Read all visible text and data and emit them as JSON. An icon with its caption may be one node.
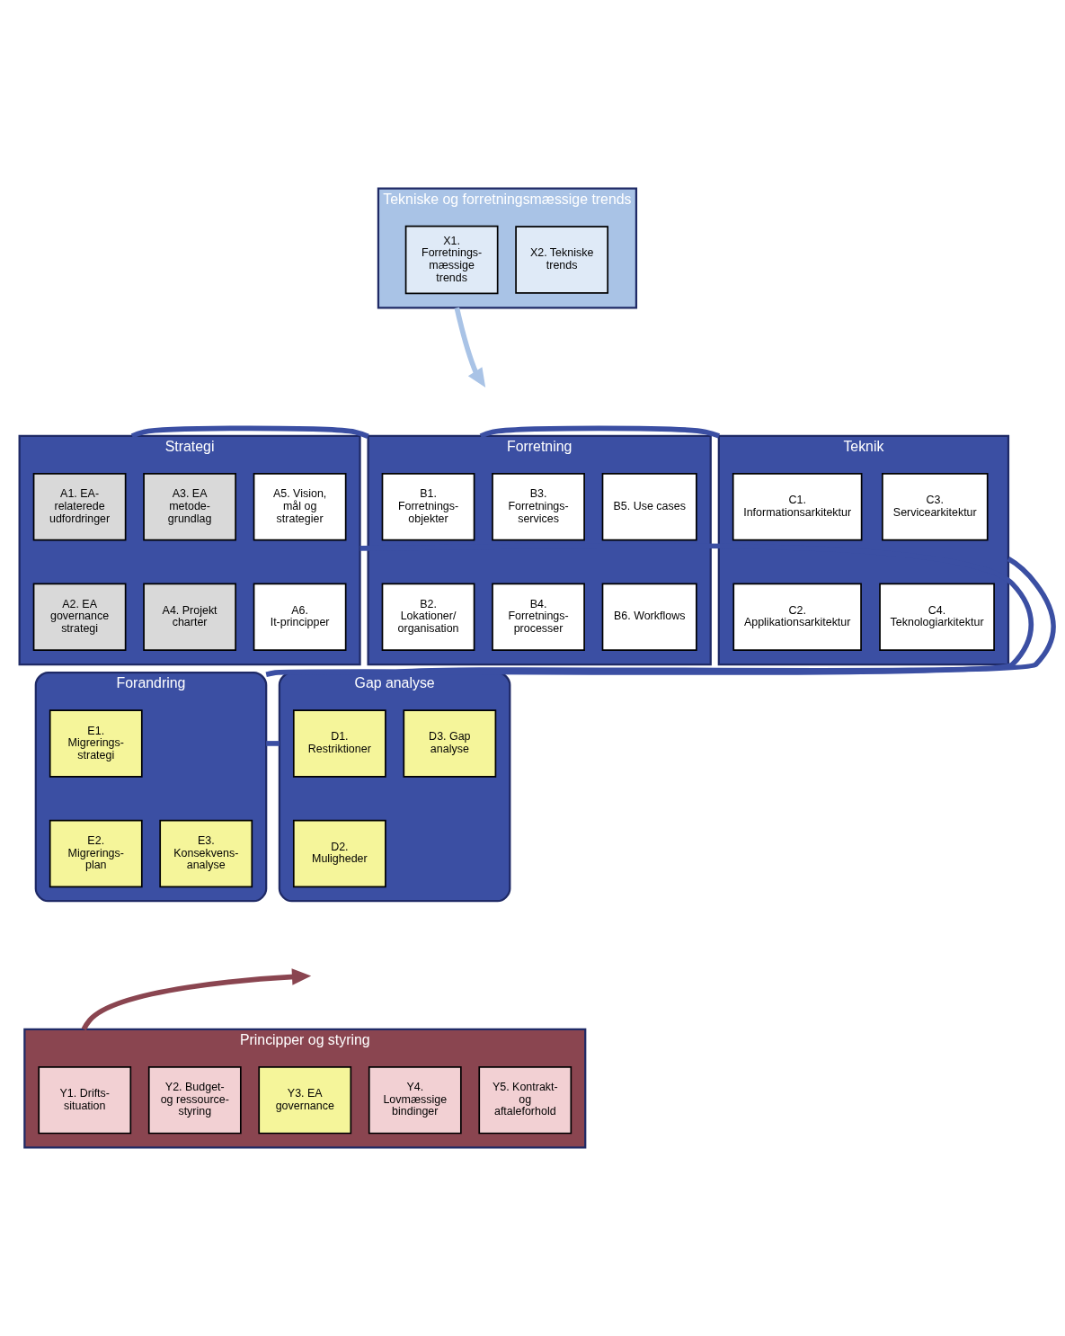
{
  "diagram": {
    "nodes": [
      {
        "text": [
          "Tekniske og forretningsmæssige trends"
        ]
      },
      {
        "text": [
          "X1. Forretnings- mæssige trends"
        ],
        "in": 0
      },
      {
        "text": [
          "X2. Tekniske trends"
        ],
        "in": 0
      },
      {
        "text": [
          "Strategi"
        ]
      },
      {
        "text": [
          "A1. EA- relaterede udfordringer"
        ],
        "in": 3
      },
      {
        "text": [
          "A2. EA governance strategi"
        ],
        "in": 3
      },
      {
        "text": [
          "A3. EA metode- grundlag"
        ],
        "in": 3
      },
      {
        "text": [
          "A4. Projekt charter"
        ],
        "in": 3
      },
      {
        "text": [
          "A5. Vision, mål og strategier"
        ],
        "in": 3
      },
      {
        "text": [
          "A6. It-principper"
        ],
        "in": 3
      },
      {
        "text": [
          "Forretning"
        ]
      },
      {
        "text": [
          "B1. Forretnings- objekter"
        ],
        "in": 10
      },
      {
        "text": [
          "B2. Lokationer/ organisation"
        ],
        "in": 10
      },
      {
        "text": [
          "B3. Forretnings- services"
        ],
        "in": 10
      },
      {
        "text": [
          "B4. Forretnings- processer"
        ],
        "in": 10
      },
      {
        "text": [
          "B5. Use cases"
        ],
        "in": 10
      },
      {
        "text": [
          "B6. Workflows"
        ],
        "in": 10
      },
      {
        "text": [
          "Teknik"
        ]
      },
      {
        "text": [
          "C1. Informationsarkitektur"
        ],
        "in": 17
      },
      {
        "text": [
          "C2. Applikationsarkitektur"
        ],
        "in": 17
      },
      {
        "text": [
          "C3. Servicearkitektur"
        ],
        "in": 17
      },
      {
        "text": [
          "C4. Teknologiarkitektur"
        ],
        "in": 17
      },
      {
        "text": [
          "Forandring"
        ]
      },
      {
        "text": [
          "E1. Migrerings- strategi"
        ],
        "in": 22
      },
      {
        "text": [
          "E2. Migrerings- plan"
        ],
        "in": 22
      },
      {
        "text": [
          "E3. Konsekvens- analyse"
        ],
        "in": 22
      },
      {
        "text": [
          "Gap analyse"
        ]
      },
      {
        "text": [
          "D1. Restriktioner"
        ],
        "in": 26
      },
      {
        "text": [
          "D2. Muligheder"
        ],
        "in": 26
      },
      {
        "text": [
          "D3. Gap analyse"
        ],
        "in": 26
      },
      {
        "text": [
          "Principper og styring"
        ]
      },
      {
        "text": [
          "Y1. Drifts- situation"
        ],
        "in": 30
      },
      {
        "text": [
          "Y2. Budget- og ressource- styring"
        ],
        "in": 30
      },
      {
        "text": [
          "Y3. EA governance"
        ],
        "in": 30
      },
      {
        "text": [
          "Y4. Lovmæssige bindinger"
        ],
        "in": 30
      },
      {
        "text": [
          "Y5. Kontrakt- og aftaleforhold"
        ],
        "in": 30
      }
    ],
    "edges": [
      {
        "from": 0,
        "to": null,
        "arrow": "to",
        "color": "#a9c3e6"
      },
      {
        "from": 30,
        "to": null,
        "arrow": "to",
        "color": "#8a4550"
      },
      {
        "from": 3,
        "to": 10,
        "arrow": "none"
      },
      {
        "from": 10,
        "to": 17,
        "arrow": "none"
      },
      {
        "from": 17,
        "to": 26,
        "arrow": "none"
      },
      {
        "from": 26,
        "to": 22,
        "arrow": "none"
      },
      {
        "from": 22,
        "to": 3,
        "arrow": "none"
      }
    ]
  }
}
